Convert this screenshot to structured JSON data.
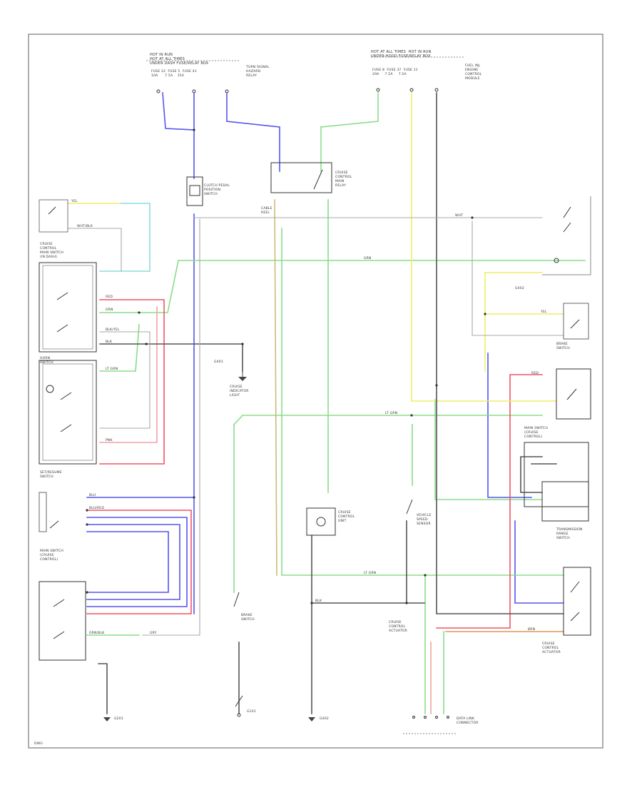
{
  "diagram": {
    "colors": {
      "blue": "#5555ee",
      "green": "#88dd88",
      "red": "#ee5566",
      "pink": "#f2a0a8",
      "yellow": "#eeee66",
      "cyan": "#88dddd",
      "tan": "#ccbb77",
      "orange": "#dd9955",
      "black": "#555555",
      "gray": "#aaaaaa"
    },
    "icons": [
      "switch-icon",
      "ground-icon",
      "connector-icon",
      "relay-icon",
      "fuse-icon"
    ],
    "labels": {
      "fuse_box_left": "HOT IN RUN\nHOT AT ALL TIMES\nUNDER DASH FUSE/RELAY BOX",
      "fuse_box_left_fuses": "FUSE 22  FUSE 5  FUSE 41\n10A      7.5A    15A",
      "fuse_box_left_note": "TURN SIGNAL\nHAZARD\nRELAY",
      "fuse_box_right": "HOT AT ALL TIMES  HOT IN RUN\nUNDER-HOOD FUSE/RELAY BOX",
      "fuse_box_right_fuses": "FUSE 8  FUSE 37  FUSE 11\n20A     7.5A     7.5A",
      "fuse_box_right_note": "FUEL INJ.\nENGINE\nCONTROL\nMODULE",
      "brake_switch": "CLUTCH PEDAL\nPOSITION\nSWITCH",
      "relay_top": "CRUISE\nCONTROL\nMAIN\nRELAY",
      "steering_cable": "CABLE\nREEL",
      "left_group_1": "CRUISE\nCONTROL\nMAIN SWITCH\n(IN DASH)",
      "left_group_2": "HORN\nSWITCH",
      "left_group_3": "SET/RESUME\nSWITCH",
      "main_switch_right": "MAIN SWITCH\n(CRUISE\nCONTROL)",
      "ground_left": "G401",
      "ground_mid": "G402",
      "ground_bottom_left": "G201",
      "ground_bottom_mid": "G101",
      "indicator": "CRUISE\nINDICATOR\nLIGHT",
      "brake_light_sw": "BRAKE\nSWITCH",
      "control_unit": "CRUISE\nCONTROL\nUNIT",
      "vss": "VEHICLE\nSPEED\nSENSOR",
      "actuator": "CRUISE\nCONTROL\nACTUATOR",
      "tcm": "TRANSMISSION\nRANGE\nSWITCH",
      "bottom_connector": "DATA LINK\nCONNECTOR",
      "footer": "DWG"
    },
    "wire_labels": {
      "blu": "BLU",
      "grn": "GRN",
      "red": "RED",
      "yel": "YEL",
      "blk": "BLK",
      "lt_grn": "LT GRN",
      "wht": "WHT",
      "blu_red": "BLU/RED",
      "grn_blk": "GRN/BLK",
      "blk_yel": "BLK/YEL",
      "wht_blk": "WHT/BLK",
      "pnk": "PNK",
      "gry": "GRY",
      "brn": "BRN"
    }
  }
}
